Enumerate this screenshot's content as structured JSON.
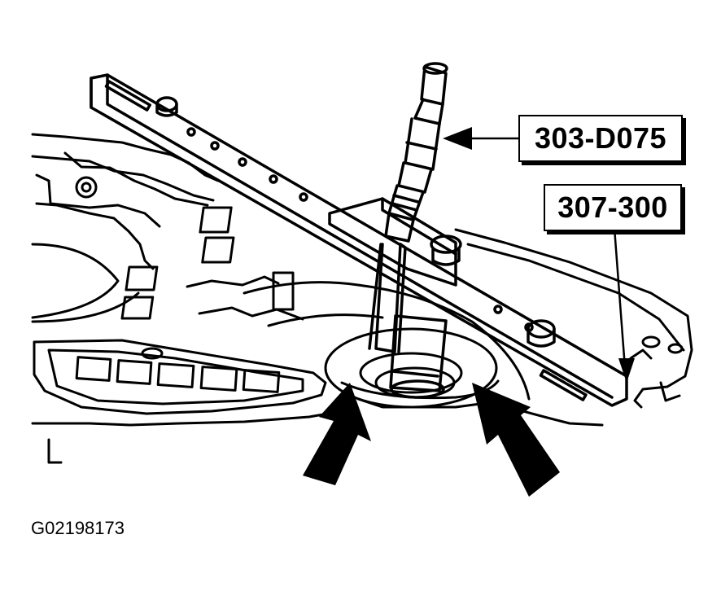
{
  "callouts": {
    "tool_1": "303-D075",
    "tool_2": "307-300"
  },
  "figure_id": "G02198173",
  "colors": {
    "ink": "#000000",
    "paper": "#ffffff"
  }
}
